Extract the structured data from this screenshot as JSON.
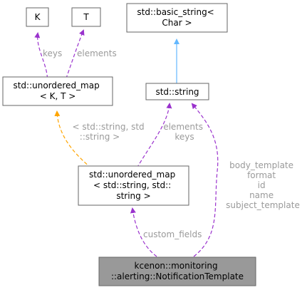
{
  "nodes": {
    "k": {
      "lines": [
        "K"
      ]
    },
    "t": {
      "lines": [
        "T"
      ]
    },
    "basic_string": {
      "lines": [
        "std::basic_string<",
        "Char >"
      ]
    },
    "unordered_map_kt": {
      "lines": [
        "std::unordered_map",
        "< K, T >"
      ]
    },
    "std_string": {
      "lines": [
        "std::string"
      ]
    },
    "unordered_map_ss": {
      "lines": [
        "std::unordered_map",
        "< std::string, std::",
        "string >"
      ]
    },
    "notification_template": {
      "lines": [
        "kcenon::monitoring",
        "::alerting::NotificationTemplate"
      ]
    }
  },
  "edges": {
    "k_to_map": {
      "label": [
        "keys"
      ]
    },
    "t_to_map": {
      "label": [
        "elements"
      ]
    },
    "basic_to_string": {
      "label": []
    },
    "mapkt_to_mapss": {
      "label": [
        "< std::string, std",
        "::string >"
      ]
    },
    "string_to_mapss": {
      "label": [
        "elements",
        "keys"
      ]
    },
    "string_to_template": {
      "label": [
        "body_template",
        "format",
        "id",
        "name",
        "subject_template"
      ]
    },
    "mapss_to_template": {
      "label": [
        "custom_fields"
      ]
    }
  },
  "colors": {
    "node_border": "#666666",
    "node_fill": "#ffffff",
    "highlight_fill": "#999999",
    "highlight_border": "#666666",
    "text": "#000000",
    "edge_usage": "#9a32cd",
    "edge_template": "#ffa500",
    "edge_inherit": "#63b8ff",
    "edge_label": "#9a9a9a"
  }
}
